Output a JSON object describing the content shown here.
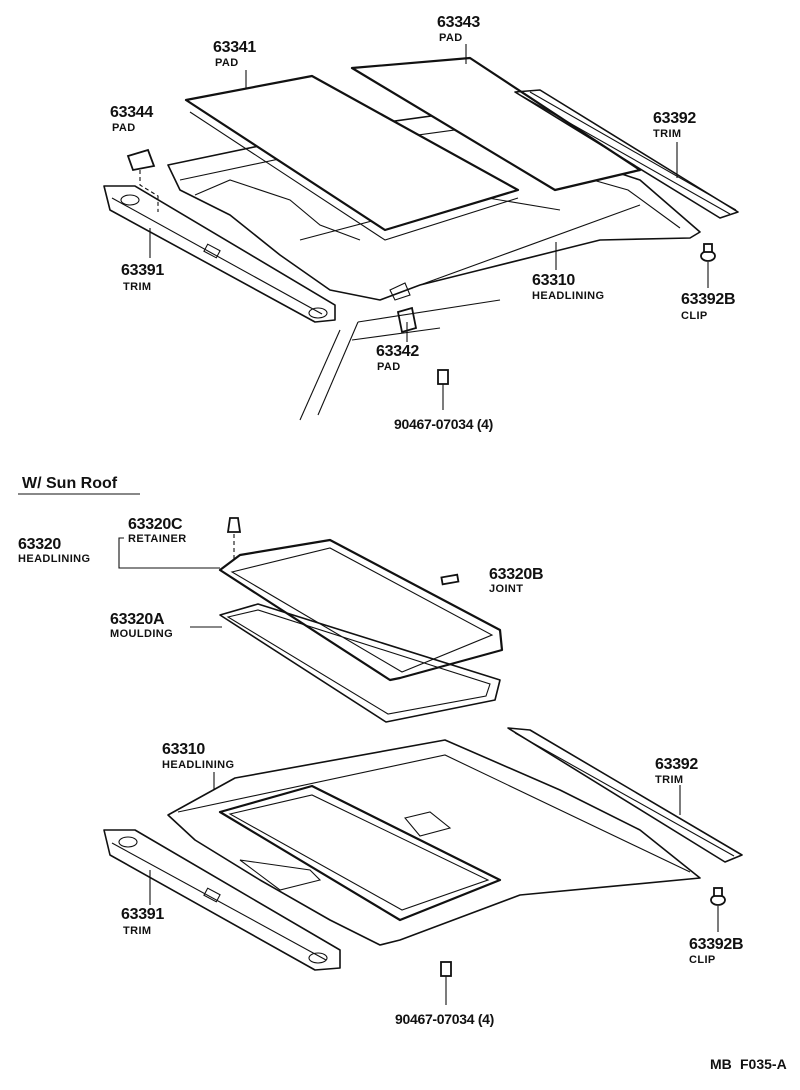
{
  "upper": {
    "p63343": {
      "num": "63343",
      "name": "PAD"
    },
    "p63341": {
      "num": "63341",
      "name": "PAD"
    },
    "p63344": {
      "num": "63344",
      "name": "PAD"
    },
    "p63392": {
      "num": "63392",
      "name": "TRIM"
    },
    "p63391": {
      "num": "63391",
      "name": "TRIM"
    },
    "p63310": {
      "num": "63310",
      "name": "HEADLINING"
    },
    "p63392b": {
      "num": "63392B",
      "name": "CLIP"
    },
    "p63342": {
      "num": "63342",
      "name": "PAD"
    },
    "screw": {
      "num": "90467-07034 (4)"
    }
  },
  "sunroof_title": "W/ Sun Roof",
  "lower": {
    "p63320c": {
      "num": "63320C",
      "name": "RETAINER"
    },
    "p63320": {
      "num": "63320",
      "name": "HEADLINING"
    },
    "p63320b": {
      "num": "63320B",
      "name": "JOINT"
    },
    "p63320a": {
      "num": "63320A",
      "name": "MOULDING"
    },
    "p63310": {
      "num": "63310",
      "name": "HEADLINING"
    },
    "p63392": {
      "num": "63392",
      "name": "TRIM"
    },
    "p63391": {
      "num": "63391",
      "name": "TRIM"
    },
    "p63392b": {
      "num": "63392B",
      "name": "CLIP"
    },
    "screw": {
      "num": "90467-07034 (4)"
    }
  },
  "footer": {
    "left": "MB",
    "code": "F035-A"
  }
}
